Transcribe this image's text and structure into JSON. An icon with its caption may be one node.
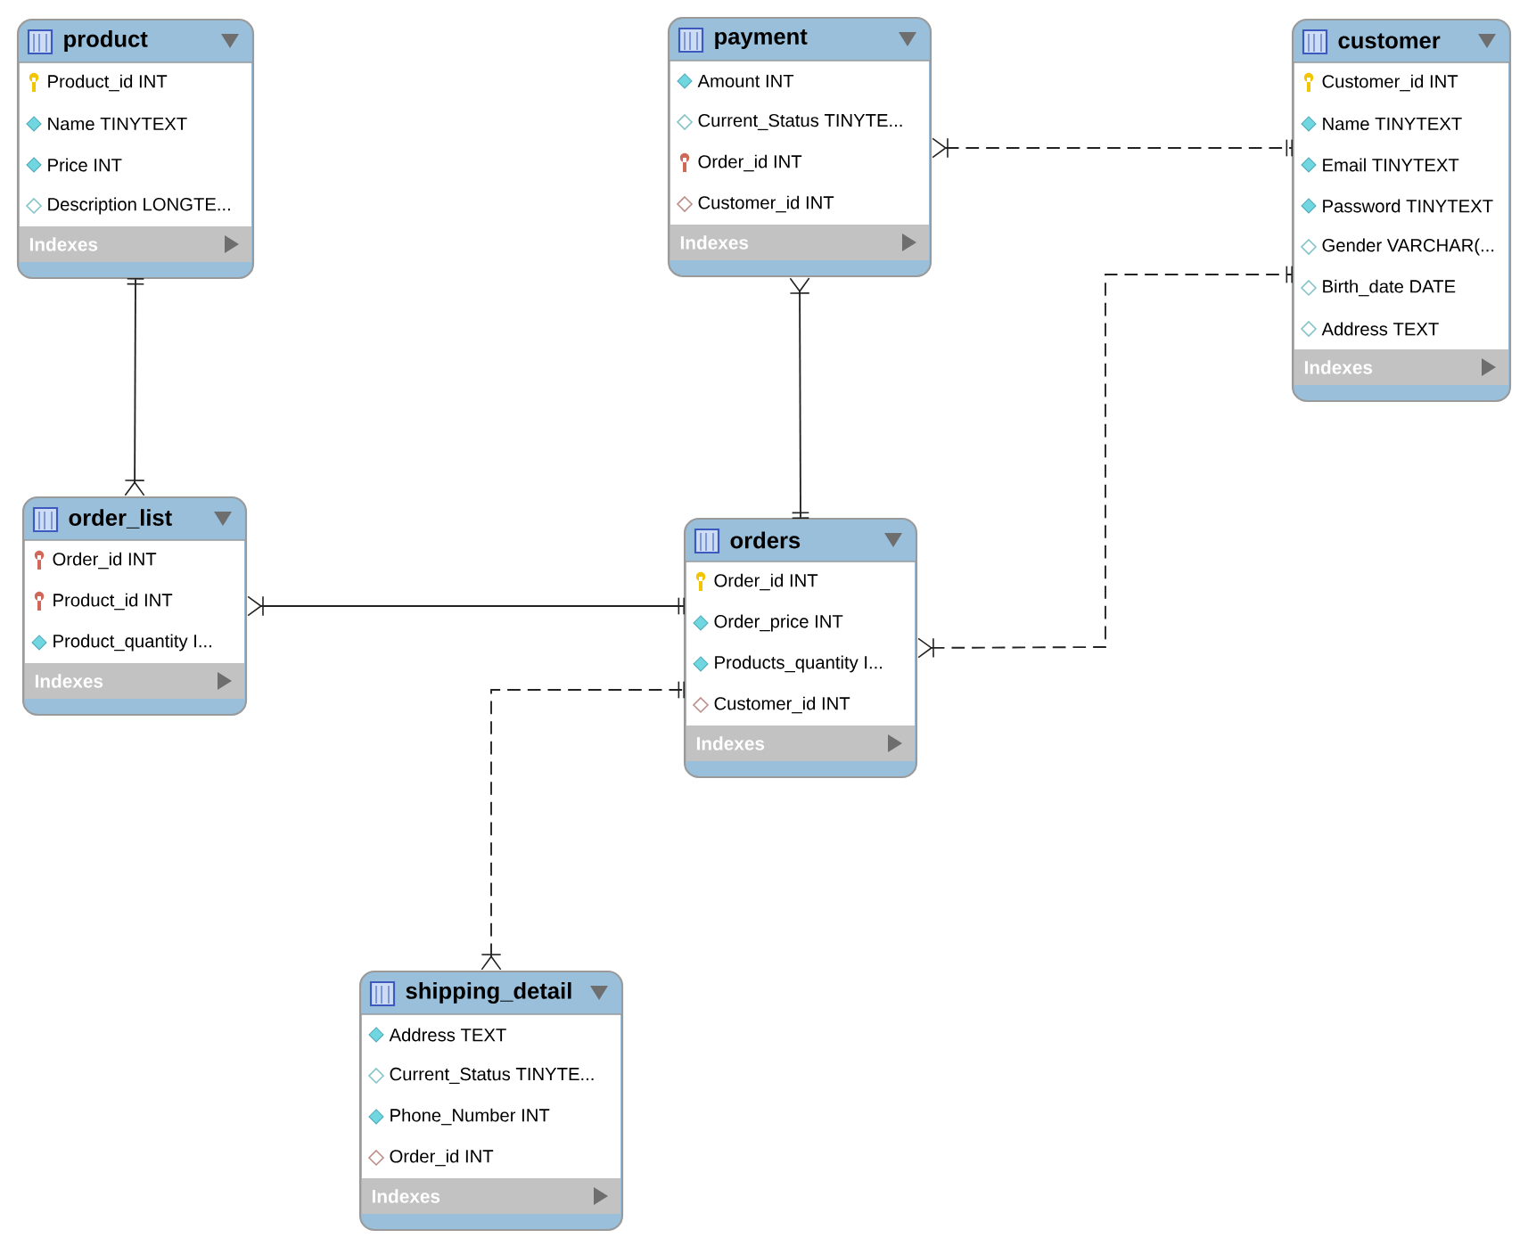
{
  "diagram": {
    "nodes": [
      {
        "text": [
          "product",
          "Product_id INT",
          "Name TINYTEXT",
          "Price INT",
          "Description LONGTE...",
          "Indexes"
        ]
      },
      {
        "text": [
          "payment",
          "Amount INT",
          "Current_Status TINYTE...",
          "Order_id INT",
          "Customer_id INT",
          "Indexes"
        ]
      },
      {
        "text": [
          "customer",
          "Customer_id INT",
          "Name TINYTEXT",
          "Email TINYTEXT",
          "Password TINYTEXT",
          "Gender VARCHAR(...",
          "Birth_date DATE",
          "Address TEXT",
          "Indexes"
        ]
      },
      {
        "text": [
          "order_list",
          "Order_id INT",
          "Product_id INT",
          "Product_quantity I...",
          "Indexes"
        ]
      },
      {
        "text": [
          "orders",
          "Order_id INT",
          "Order_price INT",
          "Products_quantity I...",
          "Customer_id INT",
          "Indexes"
        ]
      },
      {
        "text": [
          "shipping_detail",
          "Address TEXT",
          "Current_Status TINYTE...",
          "Phone_Number INT",
          "Order_id INT",
          "Indexes"
        ]
      }
    ],
    "edges": [
      {
        "from": 3,
        "to": 0,
        "arrow": "other"
      },
      {
        "from": 3,
        "to": 4,
        "arrow": "other"
      },
      {
        "from": 1,
        "to": 4,
        "arrow": "other"
      },
      {
        "from": 1,
        "to": 2,
        "arrow": "other",
        "style": "dashed"
      },
      {
        "from": 4,
        "to": 2,
        "arrow": "other",
        "style": "dashed"
      },
      {
        "from": 5,
        "to": 4,
        "arrow": "other",
        "style": "dashed"
      }
    ]
  }
}
